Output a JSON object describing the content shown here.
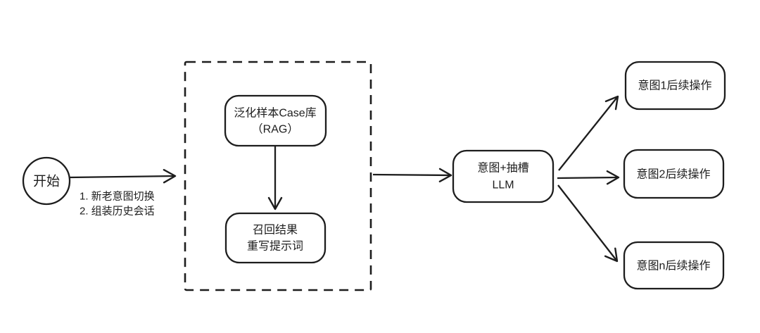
{
  "diagram": {
    "start": {
      "label": "开始"
    },
    "start_arrow_notes": {
      "line1": "1. 新老意图切换",
      "line2": "2. 组装历史会话"
    },
    "rag_group": {
      "case_box": {
        "line1": "泛化样本Case库",
        "line2": "（RAG）"
      },
      "recall_box": {
        "line1": "召回结果",
        "line2": "重写提示词"
      }
    },
    "llm_box": {
      "line1": "意图+抽槽",
      "line2": "LLM"
    },
    "intent_boxes": [
      {
        "label": "意图1后续操作"
      },
      {
        "label": "意图2后续操作"
      },
      {
        "label": "意图n后续操作"
      }
    ],
    "colors": {
      "stroke": "#1d1d1d",
      "text": "#1d1d1d",
      "background": "#ffffff"
    }
  }
}
